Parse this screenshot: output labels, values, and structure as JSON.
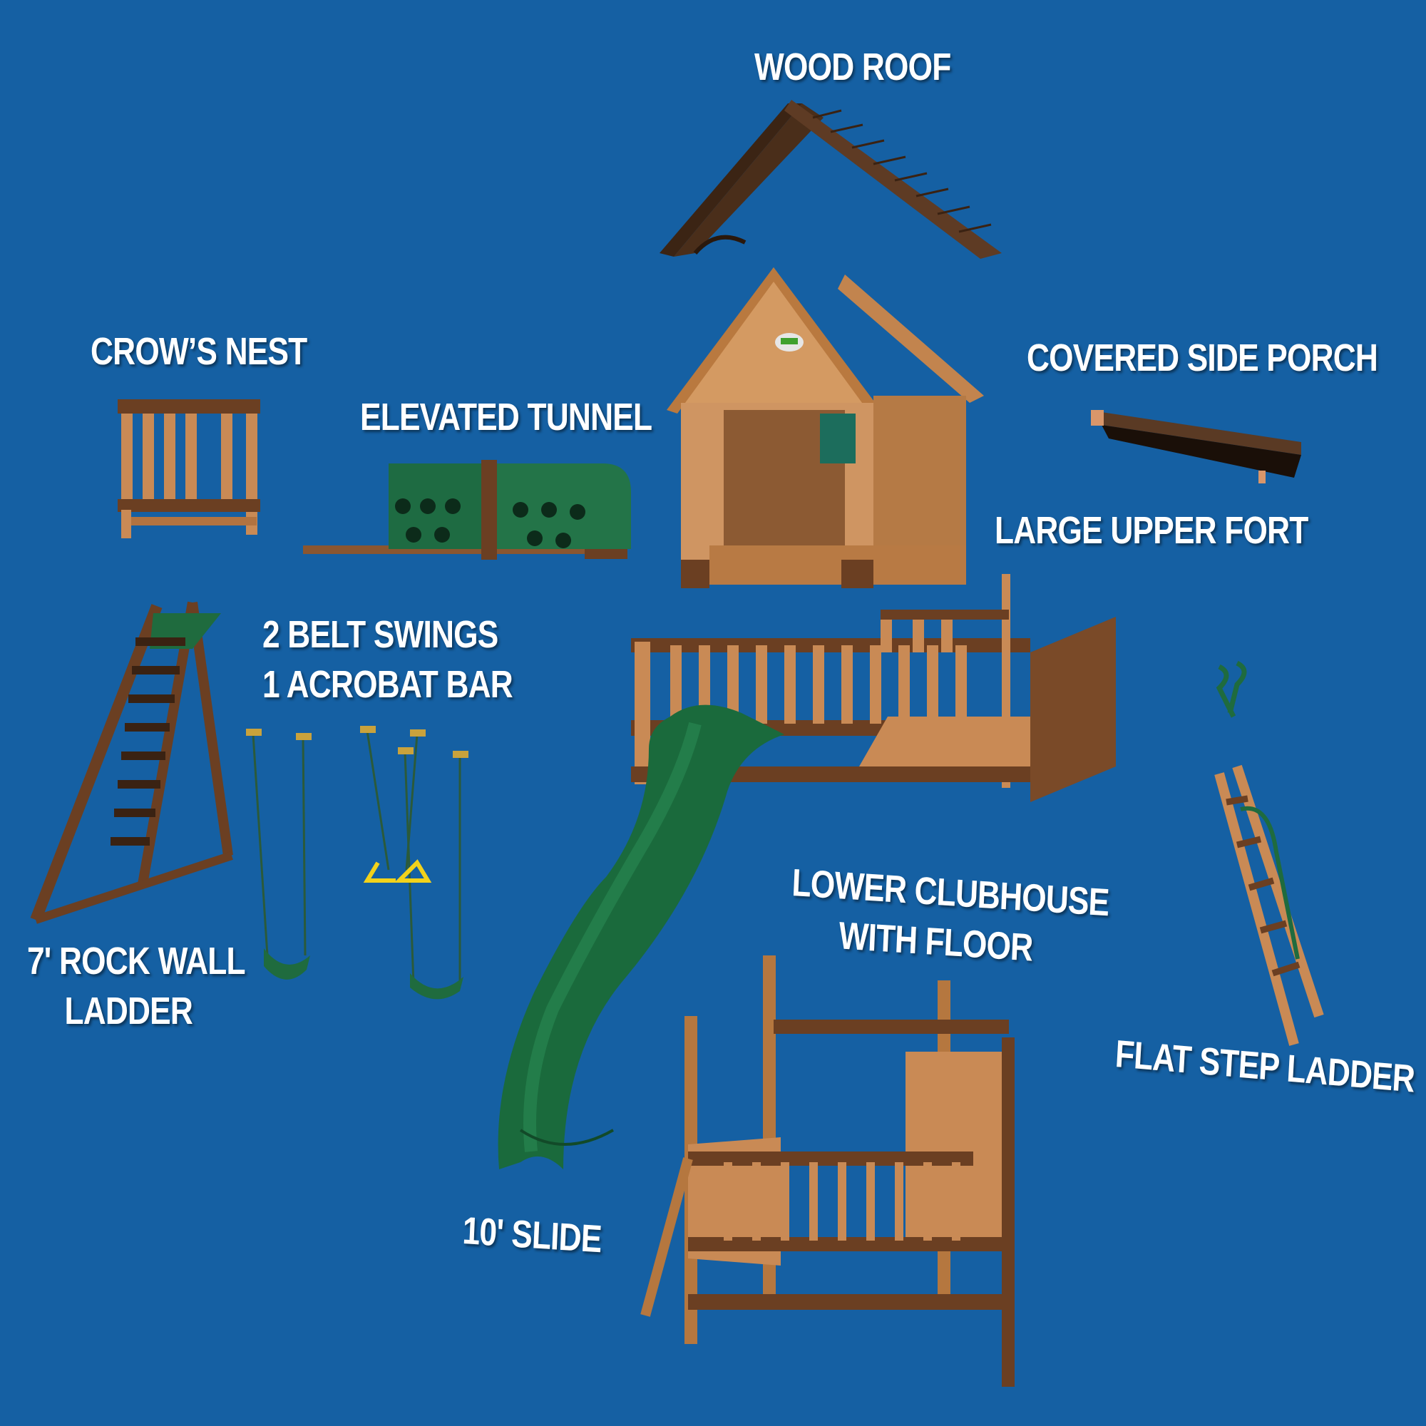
{
  "background_color": "#1560a3",
  "labels": {
    "wood_roof": "WOOD ROOF",
    "crows_nest": "CROW’S NEST",
    "elevated_tunnel": "ELEVATED TUNNEL",
    "covered_side_porch": "COVERED SIDE PORCH",
    "large_upper_fort": "LARGE UPPER FORT",
    "swings_line1": "2 BELT SWINGS",
    "swings_line2": "1 ACROBAT BAR",
    "rock_wall_line1": "7' ROCK WALL",
    "rock_wall_line2": "LADDER",
    "clubhouse_line1": "LOWER CLUBHOUSE",
    "clubhouse_line2": "WITH FLOOR",
    "slide": "10' SLIDE",
    "flat_step_ladder": "FLAT STEP LADDER"
  },
  "colors": {
    "wood_light": "#c98a55",
    "wood_dark": "#6b3f22",
    "roof_brown": "#5a3a24",
    "green_plastic": "#1f6b3e",
    "acrobat_yellow": "#f2d21b"
  }
}
